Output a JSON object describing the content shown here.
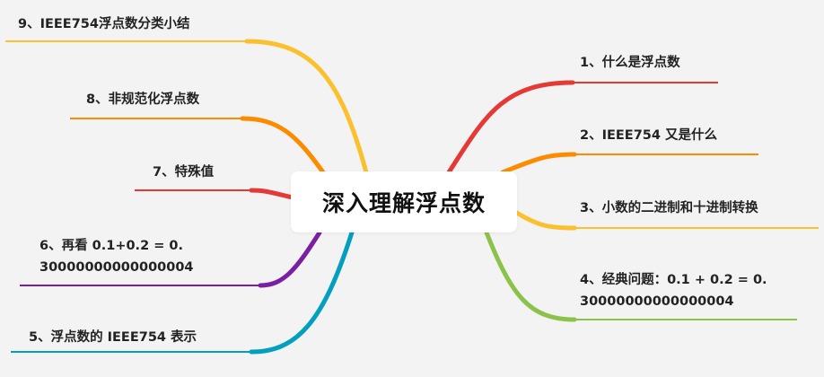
{
  "center": {
    "title": "深入理解浮点数",
    "color": "#ffffff"
  },
  "topics": [
    {
      "id": 1,
      "text": "1、什么是浮点数",
      "color": "#e53935"
    },
    {
      "id": 2,
      "text": "2、IEEE754 又是什么",
      "color": "#fb8c00"
    },
    {
      "id": 3,
      "text": "3、小数的二进制和十进制转换",
      "color": "#fbc02d"
    },
    {
      "id": 4,
      "lines": [
        "4、经典问题：0.1 + 0.2 = 0.",
        "30000000000000004"
      ],
      "color": "#8bc34a"
    },
    {
      "id": 5,
      "text": "5、浮点数的 IEEE754 表示",
      "color": "#039fbf"
    },
    {
      "id": 6,
      "lines": [
        "6、再看 0.1+0.2 = 0.",
        "30000000000000004"
      ],
      "color": "#7b1fa2"
    },
    {
      "id": 7,
      "text": "7、特殊值",
      "color": "#e53935"
    },
    {
      "id": 8,
      "text": "8、非规范化浮点数",
      "color": "#fb8c00"
    },
    {
      "id": 9,
      "text": "9、IEEE754浮点数分类小结",
      "color": "#fbc02d"
    }
  ]
}
